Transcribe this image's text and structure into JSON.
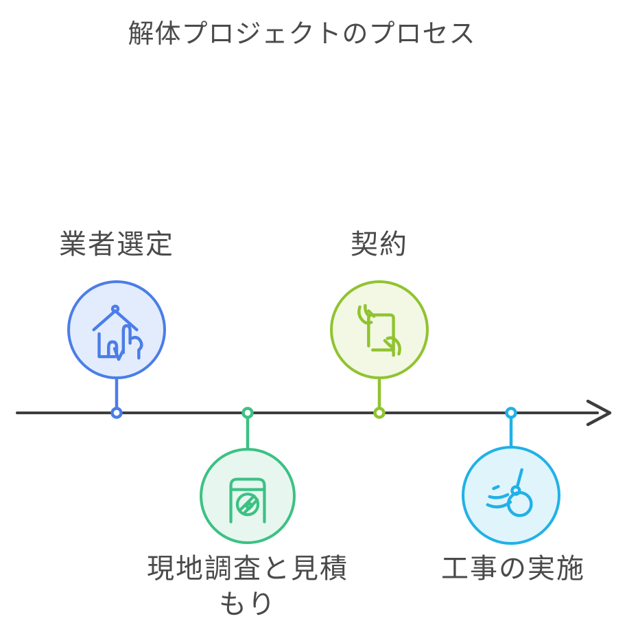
{
  "title": "解体プロジェクトのプロセス",
  "theme": {
    "text_color": "#4a4a4a",
    "line_color": "#3d3d3d",
    "background": "#ffffff",
    "marker_fill": "#ffffff"
  },
  "timeline": {
    "type": "horizontal-arrow",
    "direction": "left-to-right"
  },
  "steps": [
    {
      "order": 1,
      "label": "業者選定",
      "icon": "house-select-icon",
      "color": "#4b7de8",
      "fill": "#e3ecfc",
      "side": "above"
    },
    {
      "order": 2,
      "label": "現地調査と見積もり",
      "icon": "survey-scan-icon",
      "color": "#3cc184",
      "fill": "#e7f7ef",
      "side": "below"
    },
    {
      "order": 3,
      "label": "契約",
      "icon": "contract-hands-icon",
      "color": "#90c32f",
      "fill": "#f2f8e4",
      "side": "above"
    },
    {
      "order": 4,
      "label": "工事の実施",
      "icon": "wrecking-ball-icon",
      "color": "#20b1e7",
      "fill": "#e0f4fb",
      "side": "below"
    }
  ]
}
